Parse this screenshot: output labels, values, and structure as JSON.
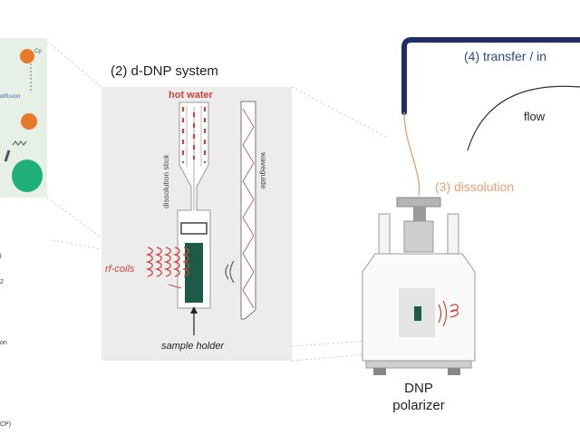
{
  "left_panel": {
    "labels": {
      "cp": "Cp",
      "diffusion": "diffusion"
    },
    "side_fragments": [
      "l",
      "2",
      "on",
      "CP)"
    ],
    "colors": {
      "panel_bg": "#e6f0e6",
      "electron": "#e8782c",
      "nucleus": "#1fb079"
    }
  },
  "ddnp": {
    "title": "(2)  d-DNP system",
    "hot_water": "hot water",
    "dissolution_stick": "dissolution stick",
    "waveguide": "waveguide",
    "rf_coils": "rf-coils",
    "sample_holder": "sample holder",
    "colors": {
      "panel_bg": "#ececec",
      "red": "#c9453a",
      "sample": "#1d5a4a"
    }
  },
  "process": {
    "transfer": "(4) transfer / in",
    "flow": "flow",
    "dissolution": "(3) dissolution",
    "polarizer_line1": "DNP",
    "polarizer_line2": "polarizer",
    "colors": {
      "transfer_tube": "#1e2f6b",
      "dissolution": "#e8a070",
      "transfer_text": "#2c4a8a"
    }
  }
}
